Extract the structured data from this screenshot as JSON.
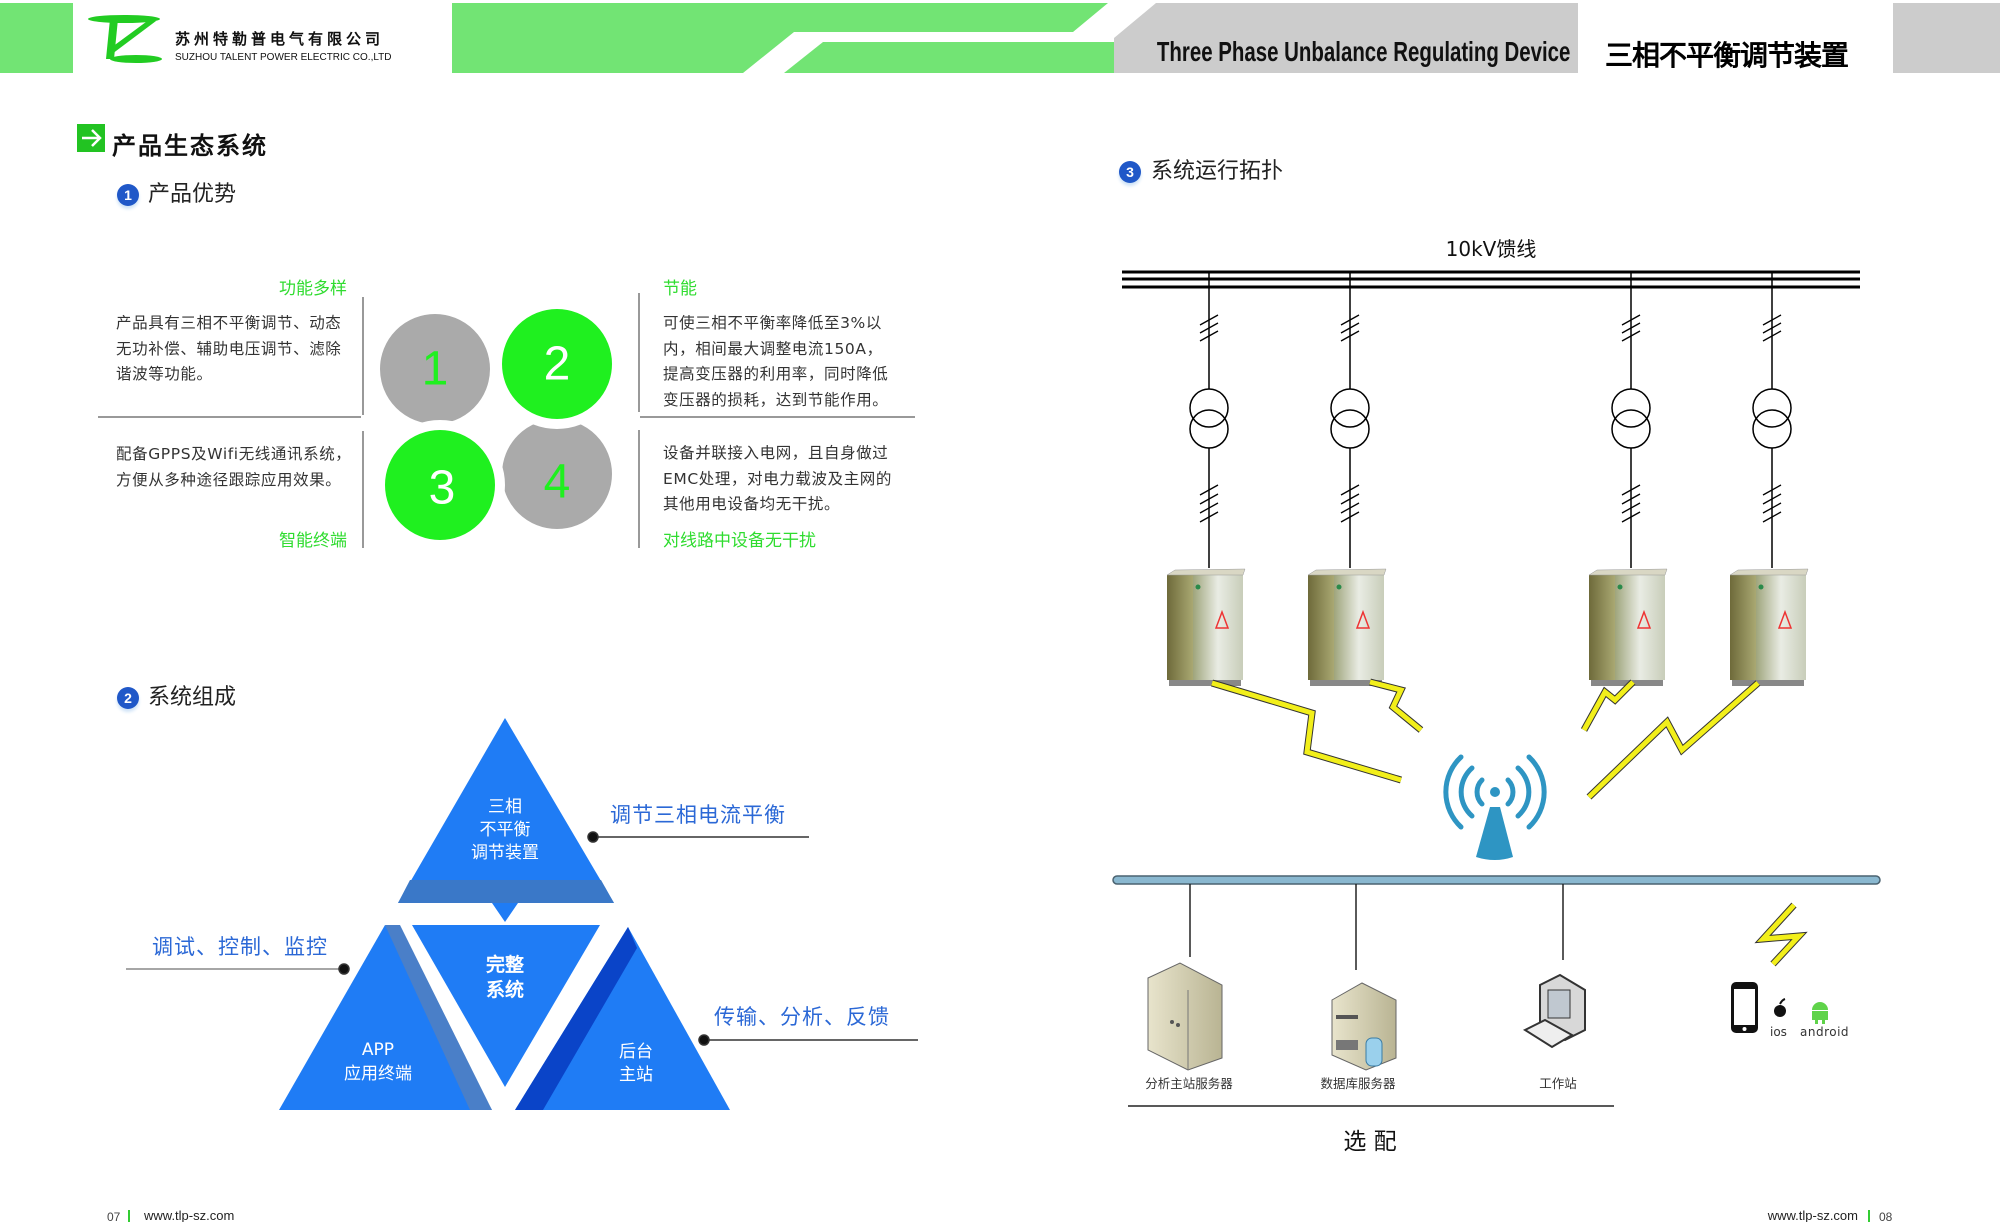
{
  "header": {
    "company_cn": "苏州特勒普电气有限公司",
    "company_en": "SUZHOU TALENT POWER ELECTRIC CO.,LTD",
    "title_en": "Three Phase Unbalance Regulating Device",
    "title_cn": "三相不平衡调节装置"
  },
  "section_title": "产品生态系统",
  "advantages": {
    "number": "1",
    "heading": "产品优势",
    "circle_numbers": [
      "1",
      "2",
      "3",
      "4"
    ],
    "items": [
      {
        "title": "功能多样",
        "lines": [
          "产品具有三相不平衡调节、动态",
          "无功补偿、辅助电压调节、滤除",
          "谐波等功能。"
        ]
      },
      {
        "title": "节能",
        "lines": [
          "可使三相不平衡率降低至3%以",
          "内，相间最大调整电流150A，",
          "提高变压器的利用率，同时降低",
          "变压器的损耗，达到节能作用。"
        ]
      },
      {
        "title": "智能终端",
        "lines": [
          "配备GPPS及Wifi无线通讯系统，",
          "方便从多种途径跟踪应用效果。"
        ]
      },
      {
        "title": "对线路中设备无干扰",
        "lines": [
          "设备并联接入电网，且自身做过",
          "EMC处理，对电力载波及主网的",
          "其他用电设备均无干扰。"
        ]
      }
    ]
  },
  "composition": {
    "number": "2",
    "heading": "系统组成",
    "top_lines": [
      "三相",
      "不平衡",
      "调节装置"
    ],
    "center_lines": [
      "完整",
      "系统"
    ],
    "left_lines": [
      "APP",
      "应用终端"
    ],
    "right_lines": [
      "后台",
      "主站"
    ],
    "callouts": [
      "调节三相电流平衡",
      "调试、控制、监控",
      "传输、分析、反馈"
    ]
  },
  "topology": {
    "number": "3",
    "heading": "系统运行拓扑",
    "feeder_label": "10kV馈线",
    "servers": [
      "分析主站服务器",
      "数据库服务器",
      "工作站"
    ],
    "optional_label": "选 配",
    "ios_label": "ios",
    "android_label": "android"
  },
  "footer": {
    "left_page": "07",
    "left_url": "www.tlp-sz.com",
    "right_url": "www.tlp-sz.com",
    "right_page": "08"
  },
  "colors": {
    "header_green": "#72e474",
    "accent_green": "#1ff01f",
    "label_green": "#2fdc2f",
    "circle_gray": "#aaaaaa",
    "triangle_blue": "#1f7cf5",
    "callout_blue": "#2b68d6",
    "header_gray": "#cccccc"
  }
}
